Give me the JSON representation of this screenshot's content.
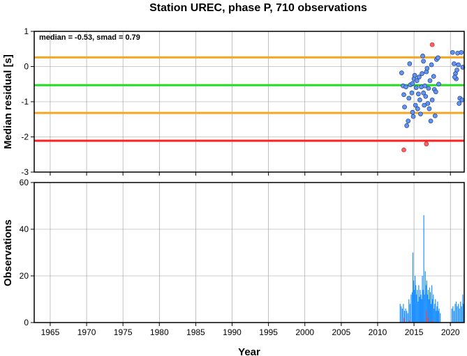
{
  "chart_data": {
    "title": "Station UREC, phase P, 710 observations",
    "x_label": "Year",
    "x_range": [
      1962.8,
      2021.9
    ],
    "x_ticks": [
      1965,
      1970,
      1975,
      1980,
      1985,
      1990,
      1995,
      2000,
      2005,
      2010,
      2015,
      2020
    ],
    "top_panel": {
      "type": "scatter",
      "y_label": "Median residual [s]",
      "y_range": [
        -3,
        1
      ],
      "y_ticks": [
        -3,
        -2,
        -1,
        0,
        1
      ],
      "grid": true,
      "annotation": "median = -0.53, smad = 0.79",
      "reference_lines": [
        {
          "value": 0.26,
          "color": "#f5a623"
        },
        {
          "value": -0.53,
          "color": "#22dd22"
        },
        {
          "value": -1.32,
          "color": "#f5a623"
        },
        {
          "value": -2.11,
          "color": "#ff2020"
        }
      ],
      "inlier_color": "#6495ed",
      "outlier_color": "#ff6060",
      "inliers": [
        [
          2013.3,
          -0.18
        ],
        [
          2013.5,
          -0.55
        ],
        [
          2013.6,
          -0.8
        ],
        [
          2013.7,
          -1.15
        ],
        [
          2013.9,
          -0.58
        ],
        [
          2014.0,
          -1.68
        ],
        [
          2014.2,
          -1.55
        ],
        [
          2014.3,
          -0.9
        ],
        [
          2014.4,
          0.08
        ],
        [
          2014.5,
          -0.52
        ],
        [
          2014.7,
          -0.75
        ],
        [
          2014.8,
          -1.3
        ],
        [
          2014.8,
          -0.48
        ],
        [
          2014.9,
          -1.42
        ],
        [
          2015.0,
          -0.35
        ],
        [
          2015.1,
          -0.25
        ],
        [
          2015.2,
          -1.1
        ],
        [
          2015.3,
          -0.6
        ],
        [
          2015.4,
          -0.4
        ],
        [
          2015.5,
          -1.2
        ],
        [
          2015.6,
          -0.78
        ],
        [
          2015.7,
          -0.3
        ],
        [
          2015.8,
          -0.95
        ],
        [
          2015.9,
          -1.35
        ],
        [
          2016.0,
          -0.58
        ],
        [
          2016.1,
          -0.2
        ],
        [
          2016.2,
          0.3
        ],
        [
          2016.3,
          -0.75
        ],
        [
          2016.3,
          0.15
        ],
        [
          2016.4,
          -1.1
        ],
        [
          2016.5,
          -0.55
        ],
        [
          2016.6,
          -0.85
        ],
        [
          2016.7,
          -0.15
        ],
        [
          2016.8,
          -0.05
        ],
        [
          2016.9,
          -1.05
        ],
        [
          2017.0,
          -0.62
        ],
        [
          2017.1,
          -1.2
        ],
        [
          2017.2,
          -0.4
        ],
        [
          2017.3,
          -1.55
        ],
        [
          2017.4,
          0.05
        ],
        [
          2017.5,
          -0.95
        ],
        [
          2017.7,
          -0.28
        ],
        [
          2017.8,
          -0.65
        ],
        [
          2017.9,
          -1.4
        ],
        [
          2018.0,
          -0.72
        ],
        [
          2018.1,
          0.2
        ],
        [
          2018.3,
          0.25
        ],
        [
          2018.4,
          -0.5
        ],
        [
          2020.3,
          0.4
        ],
        [
          2020.5,
          0.08
        ],
        [
          2020.7,
          -0.2
        ],
        [
          2020.8,
          -0.35
        ],
        [
          2020.9,
          -0.1
        ],
        [
          2021.0,
          0.38
        ],
        [
          2021.1,
          0.05
        ],
        [
          2021.2,
          -1.05
        ],
        [
          2021.3,
          -0.9
        ],
        [
          2021.5,
          0.4
        ],
        [
          2021.6,
          -0.95
        ],
        [
          2021.7,
          -0.02
        ],
        [
          2020.6,
          -0.3
        ]
      ],
      "outliers": [
        [
          2013.6,
          -2.37
        ],
        [
          2016.7,
          -2.2
        ],
        [
          2017.5,
          0.62
        ]
      ]
    },
    "bottom_panel": {
      "type": "bar",
      "y_label": "Observations",
      "y_range": [
        0,
        60
      ],
      "y_ticks": [
        0,
        20,
        40,
        60
      ],
      "grid": true,
      "bar_color": "#1e90ff",
      "outlier_bar_color": "#ff4040",
      "bars": [
        [
          2013.1,
          8
        ],
        [
          2013.25,
          7
        ],
        [
          2013.4,
          6
        ],
        [
          2013.55,
          8
        ],
        [
          2013.7,
          5
        ],
        [
          2013.85,
          6
        ],
        [
          2014.0,
          5
        ],
        [
          2014.15,
          4
        ],
        [
          2014.3,
          10
        ],
        [
          2014.45,
          8
        ],
        [
          2014.6,
          12
        ],
        [
          2014.75,
          13
        ],
        [
          2014.85,
          30
        ],
        [
          2014.95,
          18
        ],
        [
          2015.05,
          14
        ],
        [
          2015.15,
          20
        ],
        [
          2015.25,
          16
        ],
        [
          2015.35,
          12
        ],
        [
          2015.45,
          14
        ],
        [
          2015.55,
          9
        ],
        [
          2015.65,
          16
        ],
        [
          2015.75,
          11
        ],
        [
          2015.85,
          14
        ],
        [
          2015.95,
          12
        ],
        [
          2016.05,
          10
        ],
        [
          2016.15,
          20
        ],
        [
          2016.25,
          14
        ],
        [
          2016.35,
          46
        ],
        [
          2016.45,
          12
        ],
        [
          2016.55,
          22
        ],
        [
          2016.65,
          16
        ],
        [
          2016.75,
          18
        ],
        [
          2016.85,
          12
        ],
        [
          2016.95,
          14
        ],
        [
          2017.05,
          10
        ],
        [
          2017.15,
          15
        ],
        [
          2017.25,
          13
        ],
        [
          2017.35,
          8
        ],
        [
          2017.45,
          16
        ],
        [
          2017.55,
          10
        ],
        [
          2017.65,
          12
        ],
        [
          2017.75,
          6
        ],
        [
          2017.85,
          8
        ],
        [
          2017.95,
          10
        ],
        [
          2018.05,
          5
        ],
        [
          2018.15,
          7
        ],
        [
          2018.25,
          9
        ],
        [
          2018.35,
          5
        ],
        [
          2018.45,
          6
        ],
        [
          2018.6,
          4
        ],
        [
          2020.2,
          6
        ],
        [
          2020.35,
          7
        ],
        [
          2020.5,
          5
        ],
        [
          2020.65,
          8
        ],
        [
          2020.8,
          9
        ],
        [
          2020.95,
          7
        ],
        [
          2021.1,
          8
        ],
        [
          2021.25,
          6
        ],
        [
          2021.4,
          9
        ],
        [
          2021.55,
          7
        ],
        [
          2021.7,
          12
        ],
        [
          2021.8,
          8
        ]
      ],
      "outlier_bars": [
        [
          2013.6,
          2
        ],
        [
          2014.35,
          1
        ],
        [
          2016.7,
          5
        ],
        [
          2016.9,
          2
        ],
        [
          2017.5,
          1
        ]
      ]
    }
  }
}
